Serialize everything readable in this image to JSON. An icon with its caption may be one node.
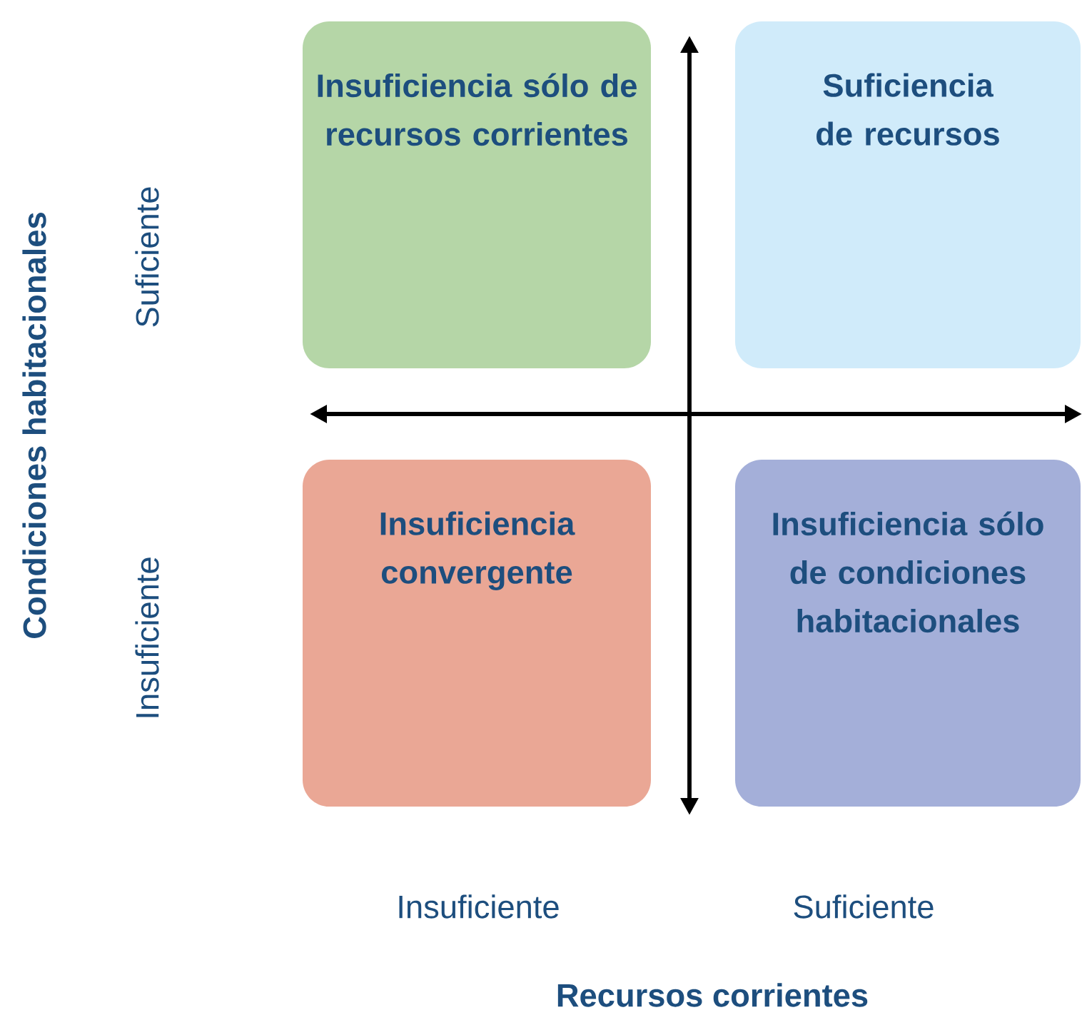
{
  "diagram": {
    "nodes": [
      {
        "text": [
          "Insuficiencia sólo de recursos corrientes"
        ]
      },
      {
        "text": [
          "Suficiencia de recursos"
        ]
      },
      {
        "text": [
          "Insuficiencia convergente"
        ]
      },
      {
        "text": [
          "Insuficiencia sólo de condiciones habitacionales"
        ]
      }
    ],
    "labels": [
      "Condiciones habitacionales",
      "Suficiente",
      "Insuficiente",
      "Insuficiente",
      "Suficiente",
      "Recursos corrientes"
    ]
  }
}
